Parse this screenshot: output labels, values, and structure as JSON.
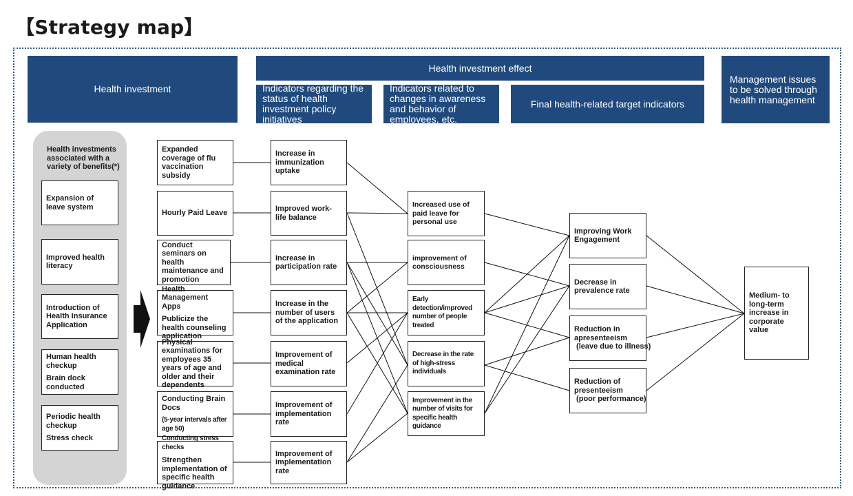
{
  "title": "【Strategy map】",
  "headers": {
    "health_investment": "Health investment",
    "health_investment_effect": "Health investment effect",
    "policy_indicators": "Indicators regarding the status of health investment policy initiatives",
    "awareness_indicators": "Indicators related to changes in awareness and behavior of employees, etc.",
    "final_indicators": "Final health-related target indicators",
    "management_issues": "Management issues to be solved through health management"
  },
  "benefits": {
    "title": "Health investments associated with a variety of benefits(*)",
    "b1": "Expansion of leave system",
    "b2": "Improved health literacy",
    "b3": "Introduction of Health Insurance Application",
    "b4a": "Human health checkup",
    "b4b": "Brain dock conducted",
    "b5a": "Periodic health checkup",
    "b5b": "Stress check"
  },
  "initiatives": {
    "i1": "Expanded coverage of flu vaccination subsidy",
    "i2": "Hourly Paid Leave",
    "i3": "Conduct seminars on health maintenance and promotion",
    "i4a": "Health Management Apps",
    "i4b": "Publicize the health counseling application",
    "i5": "Physical examinations for employees 35 years of age and older and their dependents",
    "i6a": "Conducting Brain Docs",
    "i6b": "(5-year intervals after age 50)",
    "i7a": "Conducting stress checks",
    "i7b": "Strengthen implementation of specific health guidance"
  },
  "policy_boxes": {
    "p1": "Increase in immunization uptake",
    "p2": "Improved work-life balance",
    "p3": "Increase in participation rate",
    "p4": "Increase in the number of users of the application",
    "p5": "Improvement of medical examination rate",
    "p6": "Improvement of implementation rate",
    "p7": "Improvement of implementation rate"
  },
  "awareness_boxes": {
    "a1": "Increased use of paid leave for personal use",
    "a2": "improvement of consciousness",
    "a3": "Early detection/improved number of people treated",
    "a4": "Decrease in the rate of high-stress individuals",
    "a5": "Improvement in the number of visits for specific health guidance"
  },
  "final_boxes": {
    "f1": "Improving Work Engagement",
    "f2": "Decrease in prevalence rate",
    "f3a": "Reduction in apresenteeism",
    "f3b": " (leave due to illness)",
    "f4a": "Reduction of presenteeism",
    "f4b": " (poor performance)"
  },
  "management_box": "Medium- to long-term increase in corporate value",
  "colors": {
    "header_bg": "#204a7e",
    "pill_bg": "#d4d4d4",
    "frame": "#2f5d8a"
  }
}
